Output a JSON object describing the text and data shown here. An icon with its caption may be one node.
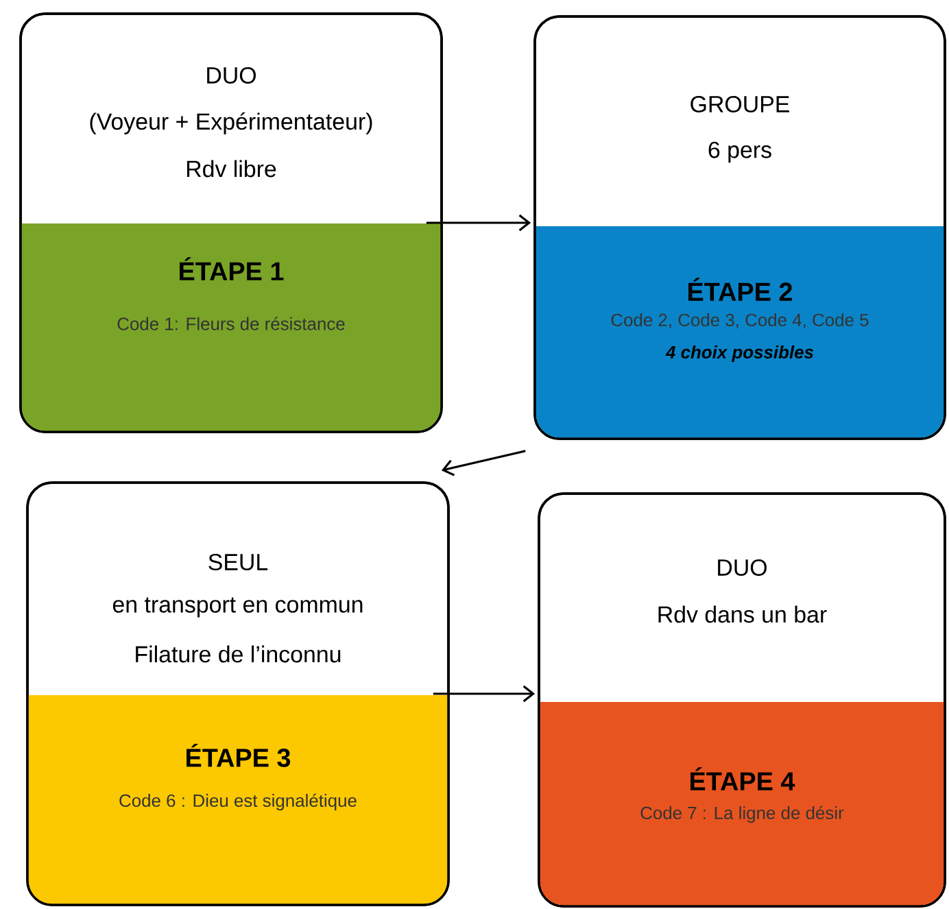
{
  "diagram": {
    "nodes": [
      {
        "text": [
          "DUO",
          "(Voyeur + Expérimentateur)",
          "Rdv libre"
        ]
      },
      {
        "text": [
          "ÉTAPE 1",
          "Code 1: Fleurs de résistance"
        ],
        "in": 0
      },
      {
        "text": [
          "GROUPE",
          "6 pers"
        ]
      },
      {
        "text": [
          "ÉTAPE 2",
          "Code 2, Code 3, Code 4, Code 5",
          "4 choix possibles"
        ],
        "in": 2
      },
      {
        "text": [
          "SEUL",
          "en transport en commun",
          "Filature de l’inconnu"
        ]
      },
      {
        "text": [
          "ÉTAPE 3",
          "Code 6 : Dieu est signalétique"
        ],
        "in": 4
      },
      {
        "text": [
          "DUO",
          "Rdv dans un bar"
        ]
      },
      {
        "text": [
          "ÉTAPE 4",
          "Code 7 : La ligne de désir"
        ],
        "in": 6
      }
    ],
    "edges": [
      {
        "from": 0,
        "to": 2,
        "arrow": "to"
      },
      {
        "from": 2,
        "to": 4,
        "arrow": "to"
      },
      {
        "from": 4,
        "to": 6,
        "arrow": "to"
      }
    ]
  }
}
